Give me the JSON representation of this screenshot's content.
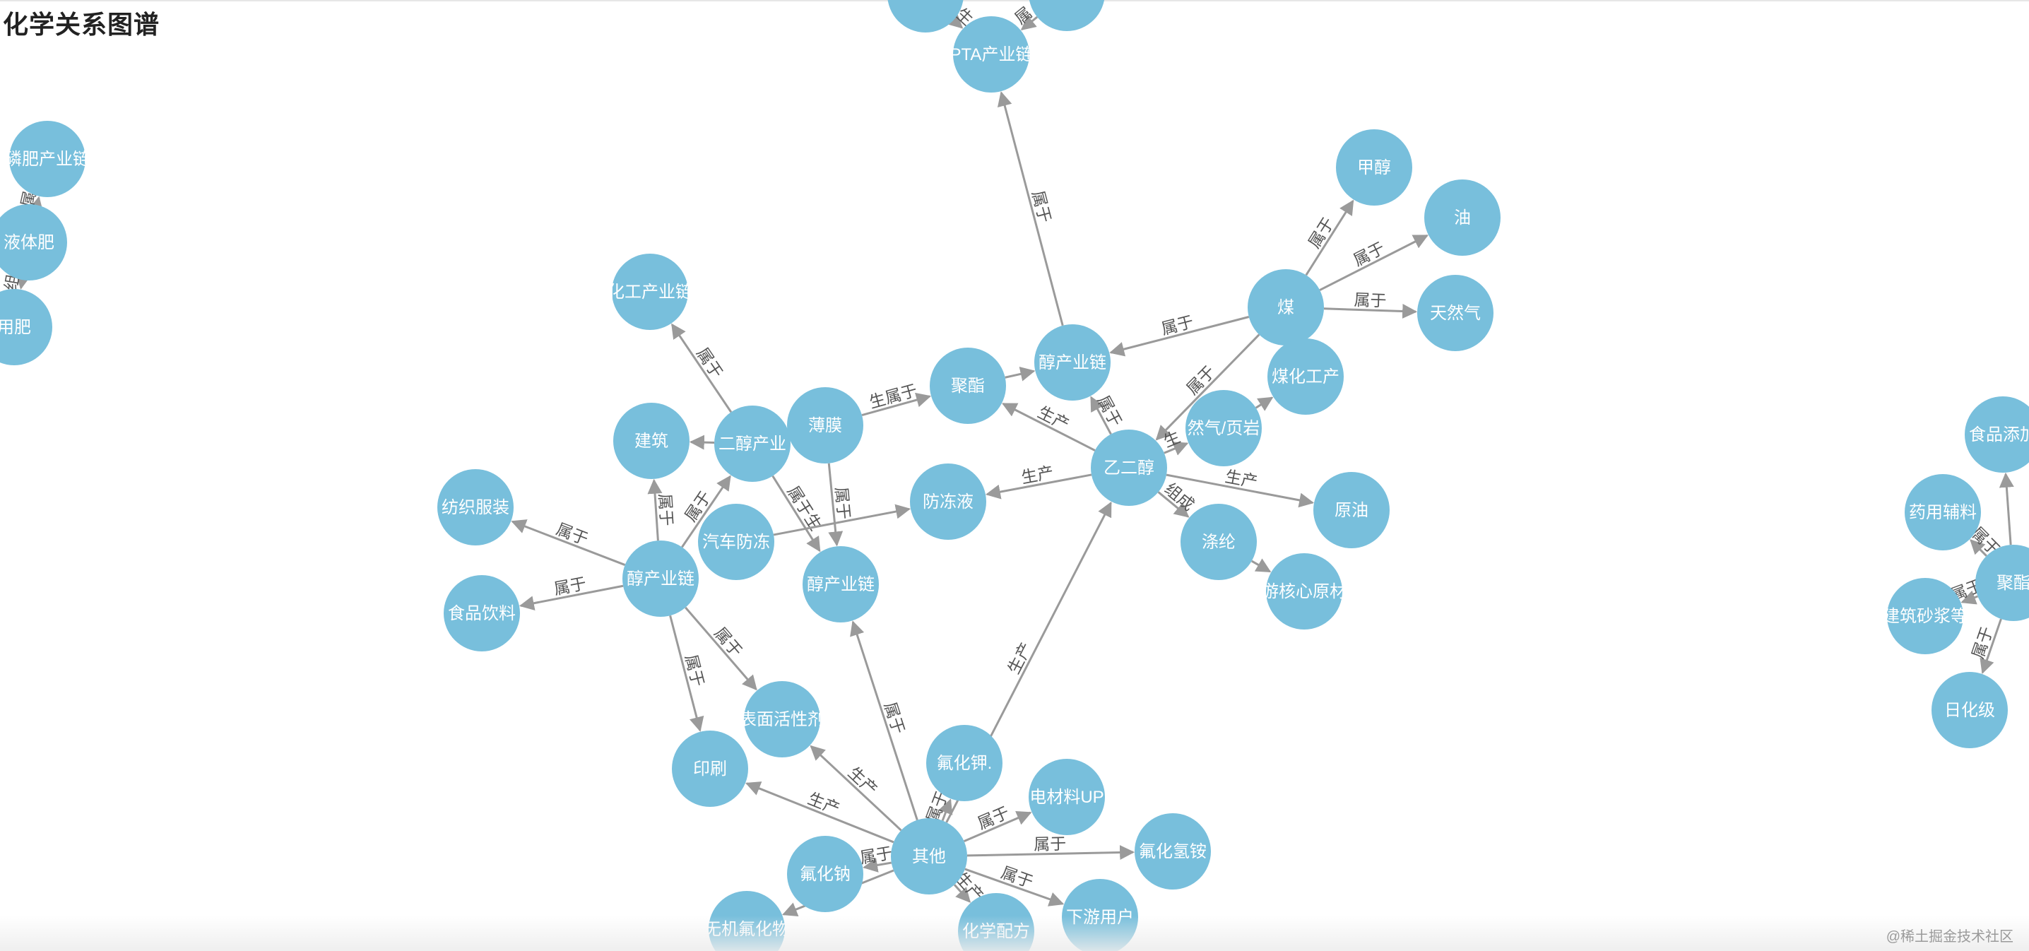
{
  "page": {
    "title": "化学关系图谱",
    "watermark": "@稀土掘金技术社区"
  },
  "colors": {
    "node_fill": "#78bfdc",
    "node_text": "#ffffff",
    "edge_stroke": "#9a9a9a",
    "edge_label": "#555555"
  },
  "graph": {
    "nodes": [
      {
        "id": "pta",
        "label": "PTA产业链"
      },
      {
        "id": "top_a",
        "label": ""
      },
      {
        "id": "top_b",
        "label": ""
      },
      {
        "id": "jiamu",
        "label": "甲醇"
      },
      {
        "id": "you",
        "label": "油"
      },
      {
        "id": "mei",
        "label": "煤"
      },
      {
        "id": "tianranqi",
        "label": "天然气"
      },
      {
        "id": "jfcl",
        "label": "醇产业链"
      },
      {
        "id": "juzhi",
        "label": "聚酯"
      },
      {
        "id": "meihg",
        "label": "煤化工产"
      },
      {
        "id": "tryym",
        "label": "然气/页岩"
      },
      {
        "id": "yierchun",
        "label": "乙二醇"
      },
      {
        "id": "yuanyou",
        "label": "原油"
      },
      {
        "id": "dilun",
        "label": "涤纶"
      },
      {
        "id": "hxyc",
        "label": "游核心原材"
      },
      {
        "id": "hgcl",
        "label": "化工产业链"
      },
      {
        "id": "jianzhu",
        "label": "建筑"
      },
      {
        "id": "erchuncl",
        "label": "二醇产业"
      },
      {
        "id": "bomo",
        "label": "薄膜"
      },
      {
        "id": "fangdong",
        "label": "防冻液"
      },
      {
        "id": "fangzhi",
        "label": "纺织服装"
      },
      {
        "id": "qcfd",
        "label": "汽车防冻"
      },
      {
        "id": "chuncl",
        "label": "醇产业链"
      },
      {
        "id": "chuncl2",
        "label": "醇产业链"
      },
      {
        "id": "spyl",
        "label": "食品饮料"
      },
      {
        "id": "bmhx",
        "label": "表面活性剂"
      },
      {
        "id": "yinshua",
        "label": "印刷"
      },
      {
        "id": "fhj",
        "label": "氟化钾."
      },
      {
        "id": "ddcl",
        "label": "电材料UP"
      },
      {
        "id": "qita",
        "label": "其他"
      },
      {
        "id": "fhqa",
        "label": "氟化氢铵"
      },
      {
        "id": "fhn",
        "label": "氟化钠"
      },
      {
        "id": "xyyh",
        "label": "下游用户"
      },
      {
        "id": "hxpf",
        "label": "化学配方"
      },
      {
        "id": "wjfh",
        "label": "无机氟化物"
      },
      {
        "id": "lfcl",
        "label": "磷肥产业链"
      },
      {
        "id": "yetifei",
        "label": "液体肥"
      },
      {
        "id": "yongfei",
        "label": "用肥"
      },
      {
        "id": "sptj",
        "label": "食品添加"
      },
      {
        "id": "yyfl",
        "label": "药用辅料"
      },
      {
        "id": "jsjz",
        "label": "建筑砂浆等"
      },
      {
        "id": "juzhi2",
        "label": "聚酯"
      },
      {
        "id": "rhj",
        "label": "日化级"
      }
    ],
    "edges": [
      {
        "from": "jfcl",
        "to": "pta",
        "label": "属于"
      },
      {
        "from": "top_a",
        "to": "pta",
        "label": "生"
      },
      {
        "from": "top_b",
        "to": "pta",
        "label": "属"
      },
      {
        "from": "mei",
        "to": "jiamu",
        "label": "属于"
      },
      {
        "from": "mei",
        "to": "you",
        "label": "属于"
      },
      {
        "from": "mei",
        "to": "tianranqi",
        "label": "属于"
      },
      {
        "from": "mei",
        "to": "jfcl",
        "label": "属于"
      },
      {
        "from": "mei",
        "to": "yierchun",
        "label": "属于"
      },
      {
        "from": "tryym",
        "to": "meihg",
        "label": ""
      },
      {
        "from": "yierchun",
        "to": "tryym",
        "label": "生"
      },
      {
        "from": "yierchun",
        "to": "jfcl",
        "label": "属于"
      },
      {
        "from": "yierchun",
        "to": "juzhi",
        "label": "生产"
      },
      {
        "from": "yierchun",
        "to": "fangdong",
        "label": "生产"
      },
      {
        "from": "yierchun",
        "to": "yuanyou",
        "label": "生产"
      },
      {
        "from": "yierchun",
        "to": "dilun",
        "label": "组成"
      },
      {
        "from": "dilun",
        "to": "hxyc",
        "label": ""
      },
      {
        "from": "juzhi",
        "to": "jfcl",
        "label": ""
      },
      {
        "from": "bomo",
        "to": "juzhi",
        "label": "生属于"
      },
      {
        "from": "bomo",
        "to": "chuncl2",
        "label": "属于"
      },
      {
        "from": "erchuncl",
        "to": "hgcl",
        "label": "属于"
      },
      {
        "from": "erchuncl",
        "to": "jianzhu",
        "label": ""
      },
      {
        "from": "erchuncl",
        "to": "chuncl2",
        "label": "属于生"
      },
      {
        "from": "chuncl",
        "to": "erchuncl",
        "label": "属于"
      },
      {
        "from": "chuncl",
        "to": "jianzhu",
        "label": "属于"
      },
      {
        "from": "chuncl",
        "to": "fangzhi",
        "label": "属于"
      },
      {
        "from": "chuncl",
        "to": "spyl",
        "label": "属于"
      },
      {
        "from": "chuncl",
        "to": "yinshua",
        "label": "属于"
      },
      {
        "from": "chuncl",
        "to": "bmhx",
        "label": "属于"
      },
      {
        "from": "qcfd",
        "to": "fangdong",
        "label": ""
      },
      {
        "from": "qita",
        "to": "yierchun",
        "label": "生产"
      },
      {
        "from": "qita",
        "to": "chuncl2",
        "label": "属于"
      },
      {
        "from": "qita",
        "to": "bmhx",
        "label": "生产"
      },
      {
        "from": "qita",
        "to": "yinshua",
        "label": "生产"
      },
      {
        "from": "qita",
        "to": "ddcl",
        "label": "属于"
      },
      {
        "from": "qita",
        "to": "fhqa",
        "label": "属于"
      },
      {
        "from": "qita",
        "to": "xyyh",
        "label": "属于"
      },
      {
        "from": "qita",
        "to": "fhn",
        "label": "属于"
      },
      {
        "from": "qita",
        "to": "hxpf",
        "label": "生产"
      },
      {
        "from": "qita",
        "to": "wjfh",
        "label": ""
      },
      {
        "from": "qita",
        "to": "fhj",
        "label": "属于"
      },
      {
        "from": "yetifei",
        "to": "lfcl",
        "label": "属"
      },
      {
        "from": "yetifei",
        "to": "yongfei",
        "label": "组"
      },
      {
        "from": "juzhi2",
        "to": "sptj",
        "label": ""
      },
      {
        "from": "juzhi2",
        "to": "yyfl",
        "label": "属于"
      },
      {
        "from": "juzhi2",
        "to": "jsjz",
        "label": "属于"
      },
      {
        "from": "juzhi2",
        "to": "rhj",
        "label": "属于"
      }
    ]
  }
}
